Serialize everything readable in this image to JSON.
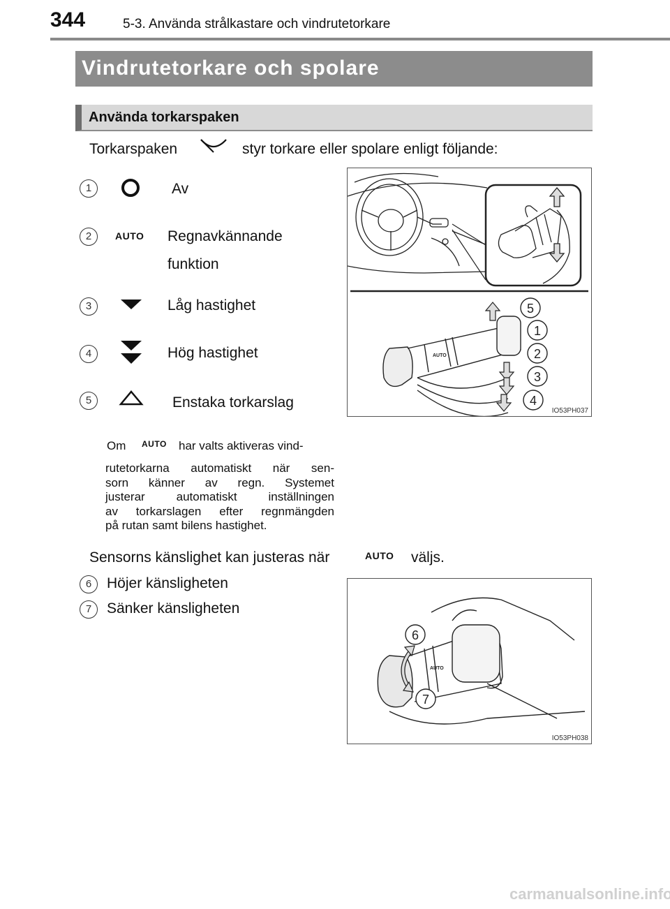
{
  "header": {
    "page_number": "344",
    "chapter": "5-3. Använda strålkastare och vindrutetorkare"
  },
  "main_title": "Vindrutetorkare och spolare",
  "section_title": "Använda torkarspaken",
  "intro": {
    "before": "Torkarspaken",
    "after": "styr torkare eller spolare enligt följande:"
  },
  "items": [
    {
      "num": "1",
      "label": "Av"
    },
    {
      "num": "2",
      "label": "Regnavkännande",
      "label2": "funktion",
      "icon_text": "AUTO"
    },
    {
      "num": "3",
      "label": "Låg hastighet"
    },
    {
      "num": "4",
      "label": "Hög hastighet"
    },
    {
      "num": "5",
      "label": "Enstaka torkarslag"
    }
  ],
  "auto_note": {
    "om": "Om",
    "icon_text": "AUTO",
    "line1": "har valts aktiveras vind-",
    "line2": "rutetorkarna automatiskt när sen-",
    "line3": "sorn känner av regn. Systemet",
    "line4": "justerar automatiskt inställningen",
    "line5": "av torkarslagen efter regnmängden",
    "line6": "på rutan samt bilens hastighet."
  },
  "sensitivity": {
    "before": "Sensorns känslighet kan justeras när",
    "icon_text": "AUTO",
    "after": "väljs."
  },
  "sens_items": [
    {
      "num": "6",
      "label": "Höjer känsligheten"
    },
    {
      "num": "7",
      "label": "Sänker känsligheten"
    }
  ],
  "figure1": {
    "code": "IO53PH037",
    "callouts": [
      "5",
      "1",
      "2",
      "3",
      "4"
    ],
    "auto": "AUTO"
  },
  "figure2": {
    "code": "IO53PH038",
    "callouts": [
      "6",
      "7"
    ],
    "auto": "AUTO"
  },
  "watermark": "carmanualsonline.info"
}
